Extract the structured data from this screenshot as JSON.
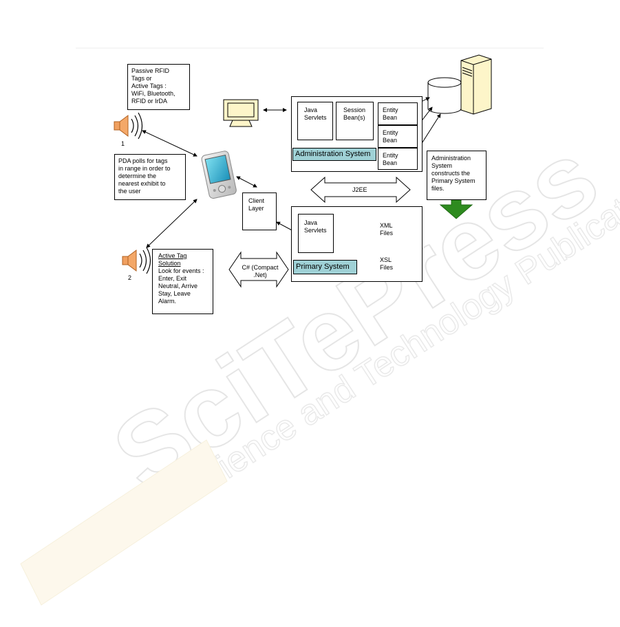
{
  "watermark": {
    "line1": "SciTePress",
    "line2": "Science and Technology Publications",
    "color": "#dcdcdc"
  },
  "tags_note": "Passive RFID\nTags or\nActive Tags :\nWiFi, Bluetooth,\nRFID or IrDA",
  "pda_note": "PDA polls for tags\nin range in order to\ndetermine the\nnearest exhibit to\nthe user",
  "active_tag": {
    "title": "Active Tag\nSolution",
    "body": "Look for events :\nEnter, Exit\nNeutral, Arrive\nStay, Leave\nAlarm."
  },
  "speaker_labels": {
    "first": "1",
    "second": "2"
  },
  "admin": {
    "java_servlets": "Java\nServlets",
    "session_beans": "Session\nBean(s)",
    "entity_beans": [
      "Entity\nBean",
      "Entity\nBean",
      "Entity\nBean"
    ],
    "label": "Administration System"
  },
  "admin_note": "Administration\nSystem\nconstructs the\nPrimary System\nfiles.",
  "j2ee": "J2EE",
  "client_layer": "Client\nLayer",
  "csharp": "C# (Compact\n.Net)",
  "primary": {
    "java_servlets": "Java\nServlets",
    "xml_files": "XML\nFiles",
    "xsl_files": "XSL\nFiles",
    "label": "Primary System"
  },
  "colors": {
    "teal": "#9fd1d6",
    "screen": "#fdf5c9",
    "server": "#fdf5c9",
    "green_arrow": "#2e8b1f",
    "speaker": "#f0a060"
  }
}
